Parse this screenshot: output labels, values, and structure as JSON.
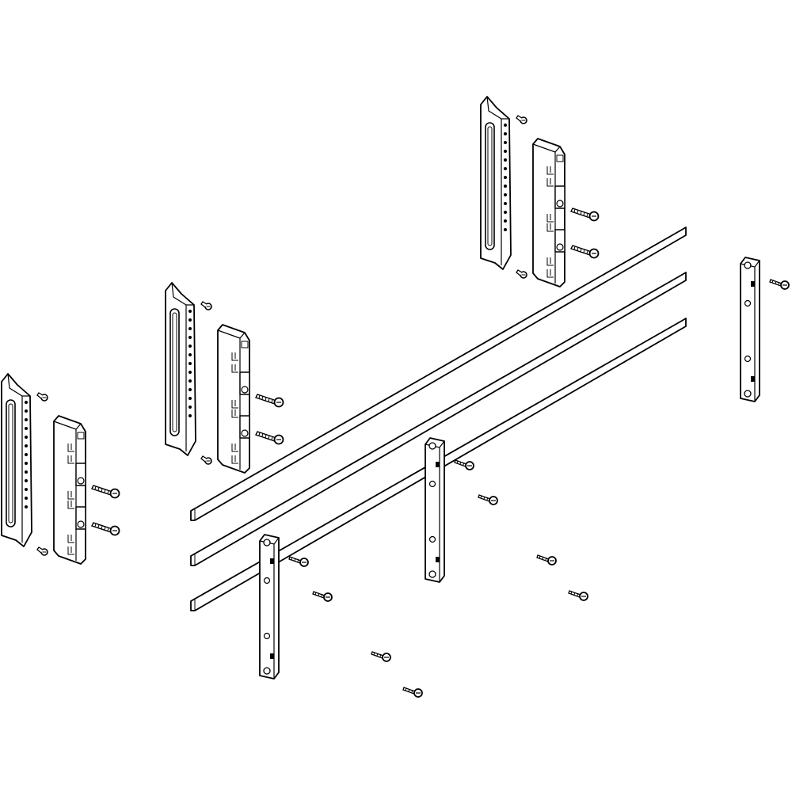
{
  "drawing": {
    "line_color": "#000000",
    "fill_color": "#ffffff",
    "shade_color": "#d9d9d9",
    "bracket_sets": 3,
    "busbars": 3,
    "connector_strips": 3
  }
}
